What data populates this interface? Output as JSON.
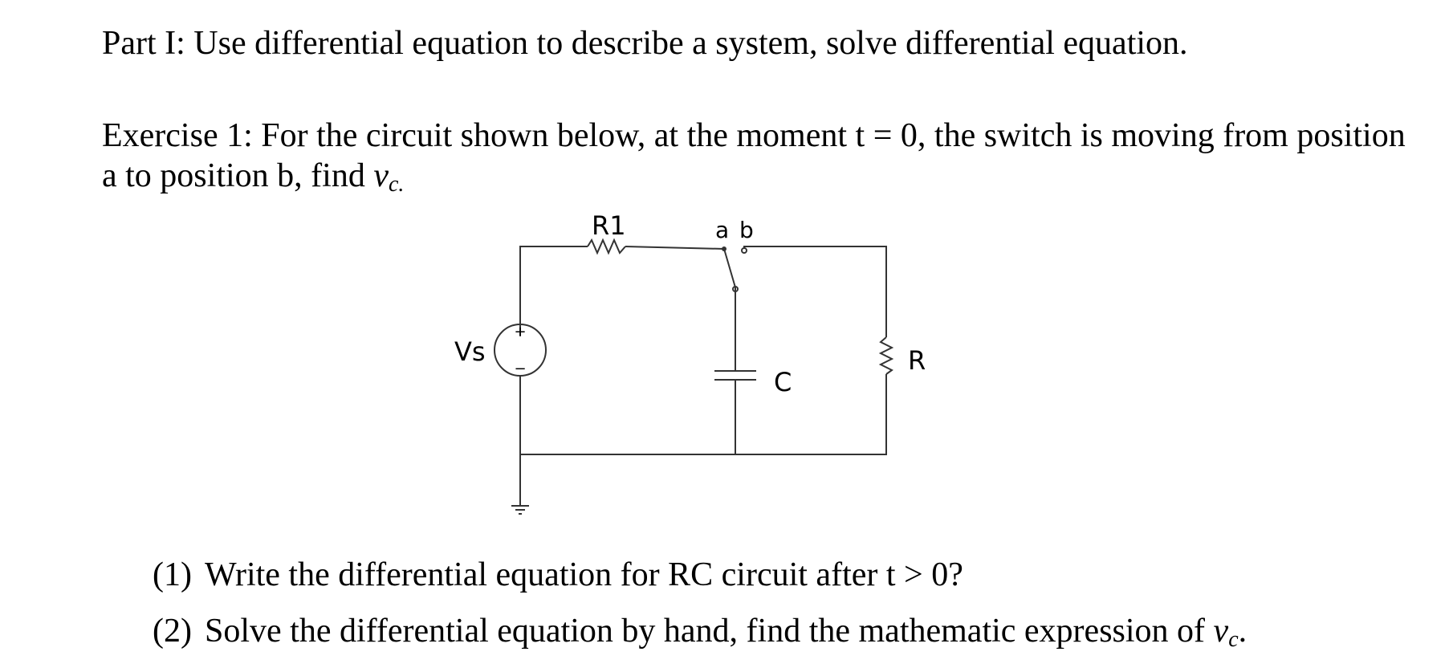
{
  "part_title": "Part I: Use differential equation to describe a system, solve differential equation.",
  "exercise": {
    "line1": "Exercise 1: For the circuit shown below, at the moment t = 0, the switch is moving from position",
    "line2_prefix": "a to position b, find ",
    "line2_var": "v",
    "line2_sub": "c.",
    "line2_suffix": ""
  },
  "circuit": {
    "r1_label": "R1",
    "a_label": "a",
    "b_label": "b",
    "vs_label": "Vs",
    "plus_sign": "+",
    "minus_sign": "−",
    "c_label": "C",
    "r_label": "R"
  },
  "questions": [
    {
      "number": "(1)",
      "text": "Write the differential equation for RC circuit after t > 0?"
    },
    {
      "number": "(2)",
      "text": "Solve the differential equation by hand, find the mathematic expression of ",
      "var": "v",
      "sub": "c",
      "suffix": "."
    }
  ]
}
